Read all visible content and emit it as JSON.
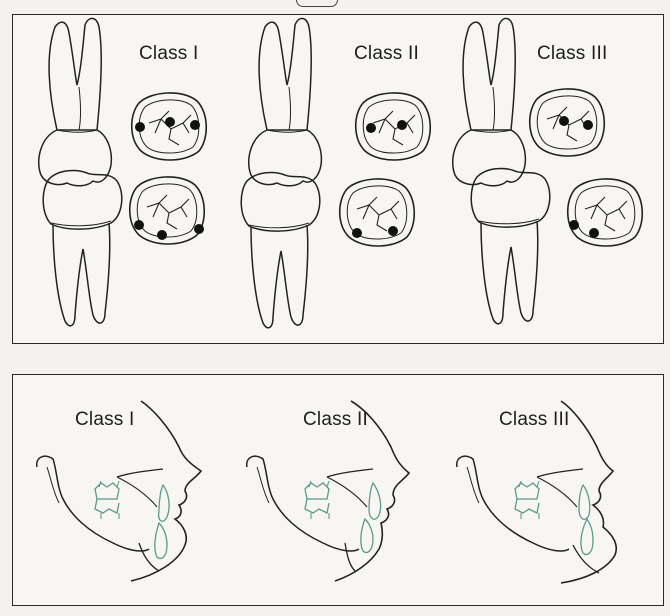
{
  "top_panel": {
    "labels": [
      "Class I",
      "Class II",
      "Class III"
    ]
  },
  "bottom_panel": {
    "labels": [
      "Class I",
      "Class II",
      "Class III"
    ]
  },
  "colors": {
    "line": "#222222",
    "teal": "#5a9a8e",
    "background": "#f7f6f2"
  }
}
